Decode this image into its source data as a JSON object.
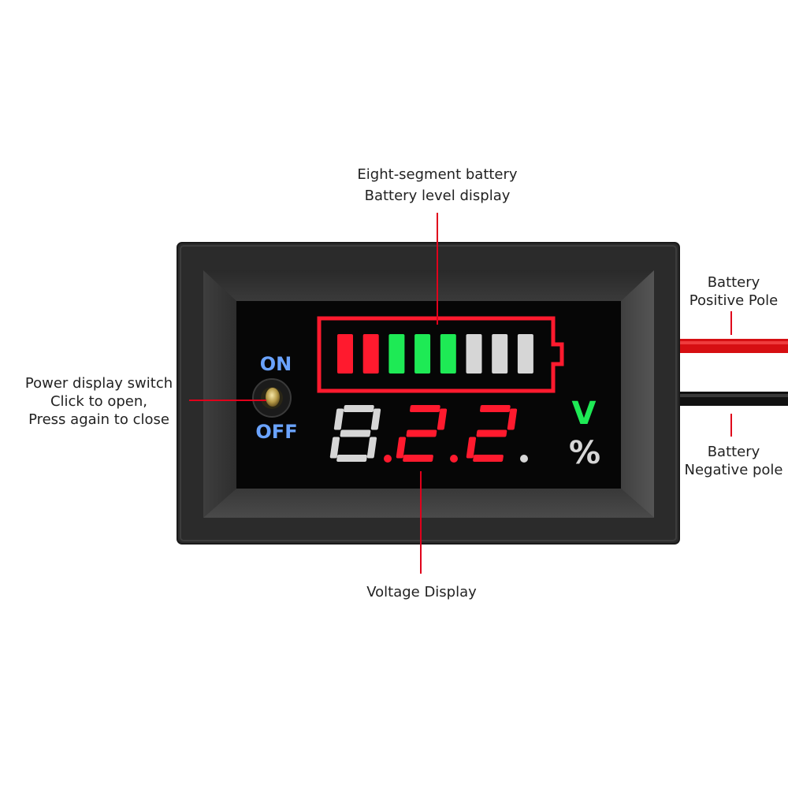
{
  "labels": {
    "battery_bar_line1": "Eight-segment battery",
    "battery_bar_line2": "Battery level display",
    "switch_line1": "Power display switch",
    "switch_line2": "Click to open,",
    "switch_line3": "Press again to close",
    "voltage": "Voltage Display",
    "positive_line1": "Battery",
    "positive_line2": "Positive Pole",
    "negative_line1": "Battery",
    "negative_line2": "Negative pole"
  },
  "device": {
    "switch_on_text": "ON",
    "switch_off_text": "OFF",
    "unit_v": "V",
    "unit_percent": "%",
    "voltage_digits": [
      "8",
      "2",
      "2"
    ],
    "segments": [
      "red",
      "red",
      "green",
      "green",
      "green",
      "white",
      "white",
      "white"
    ]
  },
  "colors": {
    "red": "#ff1a2e",
    "green": "#1eea55",
    "white_dim": "#d6d6d6",
    "accent_line": "#e0001b",
    "switch_text": "#6aa3ff"
  }
}
